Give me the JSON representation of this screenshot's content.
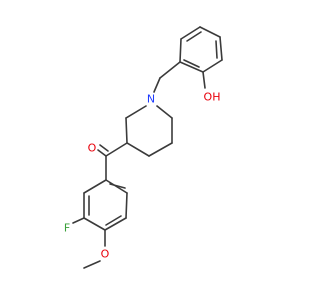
{
  "structure": {
    "atom_labels": {
      "oh": "OH",
      "n": "N",
      "o_carbonyl": "O",
      "f": "F",
      "o_methoxy": "O"
    },
    "colors": {
      "bond": "#3b3b3b",
      "oxygen": "#e8000b",
      "nitrogen": "#1f3cff",
      "fluorine": "#3aa03a"
    }
  }
}
